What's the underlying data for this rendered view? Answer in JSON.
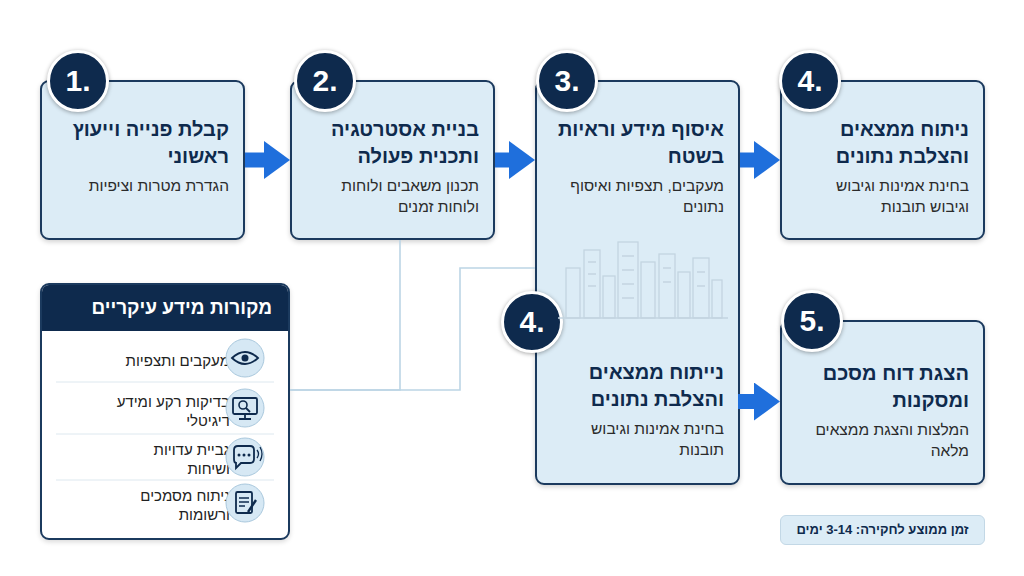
{
  "diagram": {
    "nodes": [
      {
        "text": [
          "1.",
          "קבלת פנייה וייעוץ ראשוני",
          "הגדרת מטרות וציפיות"
        ]
      },
      {
        "text": [
          "2.",
          "בניית אסטרטגיה ותכנית פעולה",
          "תכנון משאבים ולוחות ולוחות זמנים"
        ]
      },
      {
        "text": [
          "3.",
          "איסוף מידע וראיות בשטח",
          "מעקבים, תצפיות ואיסוף נתונים"
        ]
      },
      {
        "text": [
          "4.",
          "נייתוח ממצאים והצלבת נתונים",
          "בחינת אמינות וגיבוש תובנות"
        ],
        "in": 2
      },
      {
        "text": [
          "4.",
          "ניתוח ממצאים והצלבת נתונים",
          "בחינת אמינות וגיבוש וגיבוש תובנות"
        ]
      },
      {
        "text": [
          "5.",
          "הצגת דוח מסכם ומסקנות",
          "המלצות והצגת ממצאים מלאה"
        ]
      },
      {
        "text": [
          "מקורות מידע עיקריים",
          "מעקבים ותצפיות",
          "בדיקות רקע ומידע דיגיטלי",
          "גביית עדויות ושיחות",
          "ניתוח מסמכים ורשומות"
        ]
      },
      {
        "text": [
          "זמן ממוצע לחקירה: 3-14 ימים"
        ]
      }
    ],
    "edges": [
      {
        "from": 0,
        "to": 1,
        "arrow": "to"
      },
      {
        "from": 1,
        "to": 2,
        "arrow": "to"
      },
      {
        "from": 2,
        "to": 4,
        "arrow": "to"
      },
      {
        "from": 3,
        "to": 5,
        "arrow": "to"
      },
      {
        "from": 1,
        "to": 6,
        "arrow": "none"
      },
      {
        "from": 2,
        "to": 6,
        "arrow": "none"
      }
    ]
  }
}
